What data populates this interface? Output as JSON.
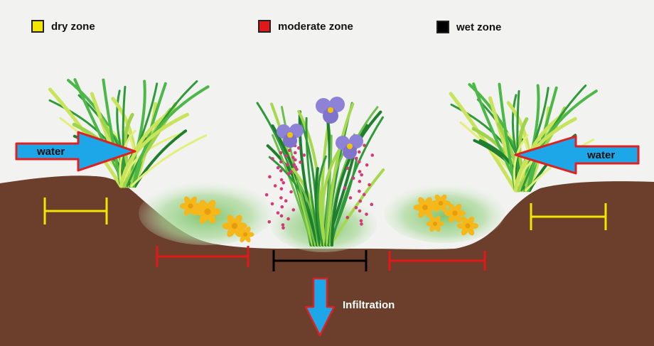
{
  "legend": [
    {
      "label": "dry zone",
      "color": "#f2e600"
    },
    {
      "label": "moderate zone",
      "color": "#e0181a"
    },
    {
      "label": "wet zone",
      "color": "#000000"
    }
  ],
  "arrows": {
    "left_label": "water",
    "right_label": "water",
    "down_label": "Infiltration",
    "fill": "#1ea7e8",
    "stroke": "#e02020"
  },
  "colors": {
    "soil": "#6b3f2b",
    "background": "#f2f2f0",
    "dry_bracket": "#f2e600",
    "moderate_bracket": "#e0181a",
    "wet_bracket": "#000000"
  }
}
